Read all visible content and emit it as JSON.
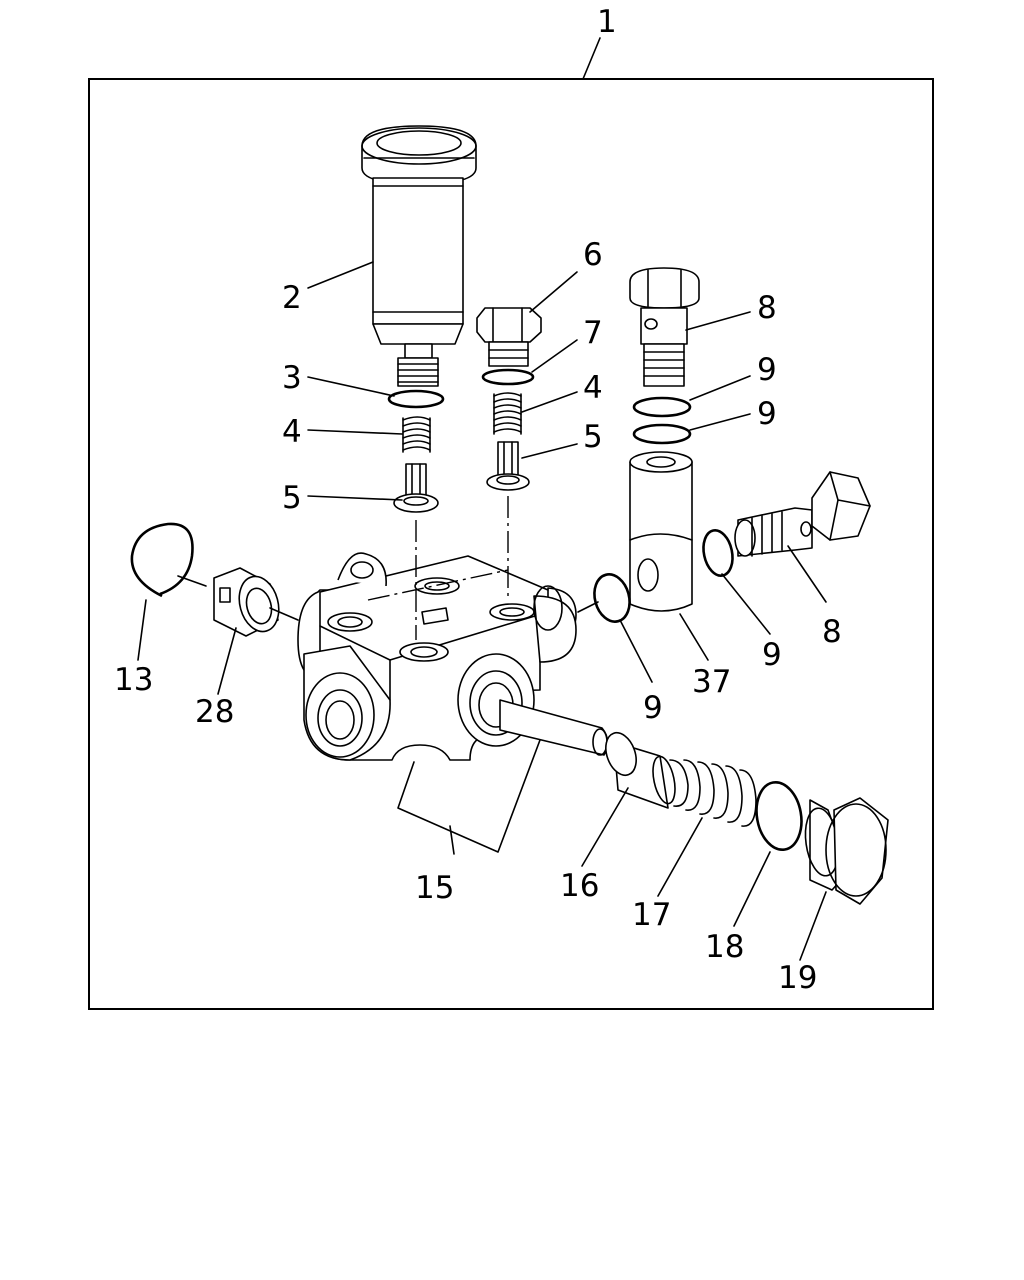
{
  "diagram": {
    "callouts": [
      {
        "id": "c1",
        "text": "1"
      },
      {
        "id": "c2",
        "text": "2"
      },
      {
        "id": "c3",
        "text": "3"
      },
      {
        "id": "c4a",
        "text": "4"
      },
      {
        "id": "c5a",
        "text": "5"
      },
      {
        "id": "c6",
        "text": "6"
      },
      {
        "id": "c7",
        "text": "7"
      },
      {
        "id": "c4b",
        "text": "4"
      },
      {
        "id": "c5b",
        "text": "5"
      },
      {
        "id": "c8a",
        "text": "8"
      },
      {
        "id": "c9a",
        "text": "9"
      },
      {
        "id": "c9b",
        "text": "9"
      },
      {
        "id": "c8b",
        "text": "8"
      },
      {
        "id": "c9c",
        "text": "9"
      },
      {
        "id": "c37",
        "text": "37"
      },
      {
        "id": "c9d",
        "text": "9"
      },
      {
        "id": "c13",
        "text": "13"
      },
      {
        "id": "c28",
        "text": "28"
      },
      {
        "id": "c15",
        "text": "15"
      },
      {
        "id": "c16",
        "text": "16"
      },
      {
        "id": "c17",
        "text": "17"
      },
      {
        "id": "c18",
        "text": "18"
      },
      {
        "id": "c19",
        "text": "19"
      }
    ]
  }
}
